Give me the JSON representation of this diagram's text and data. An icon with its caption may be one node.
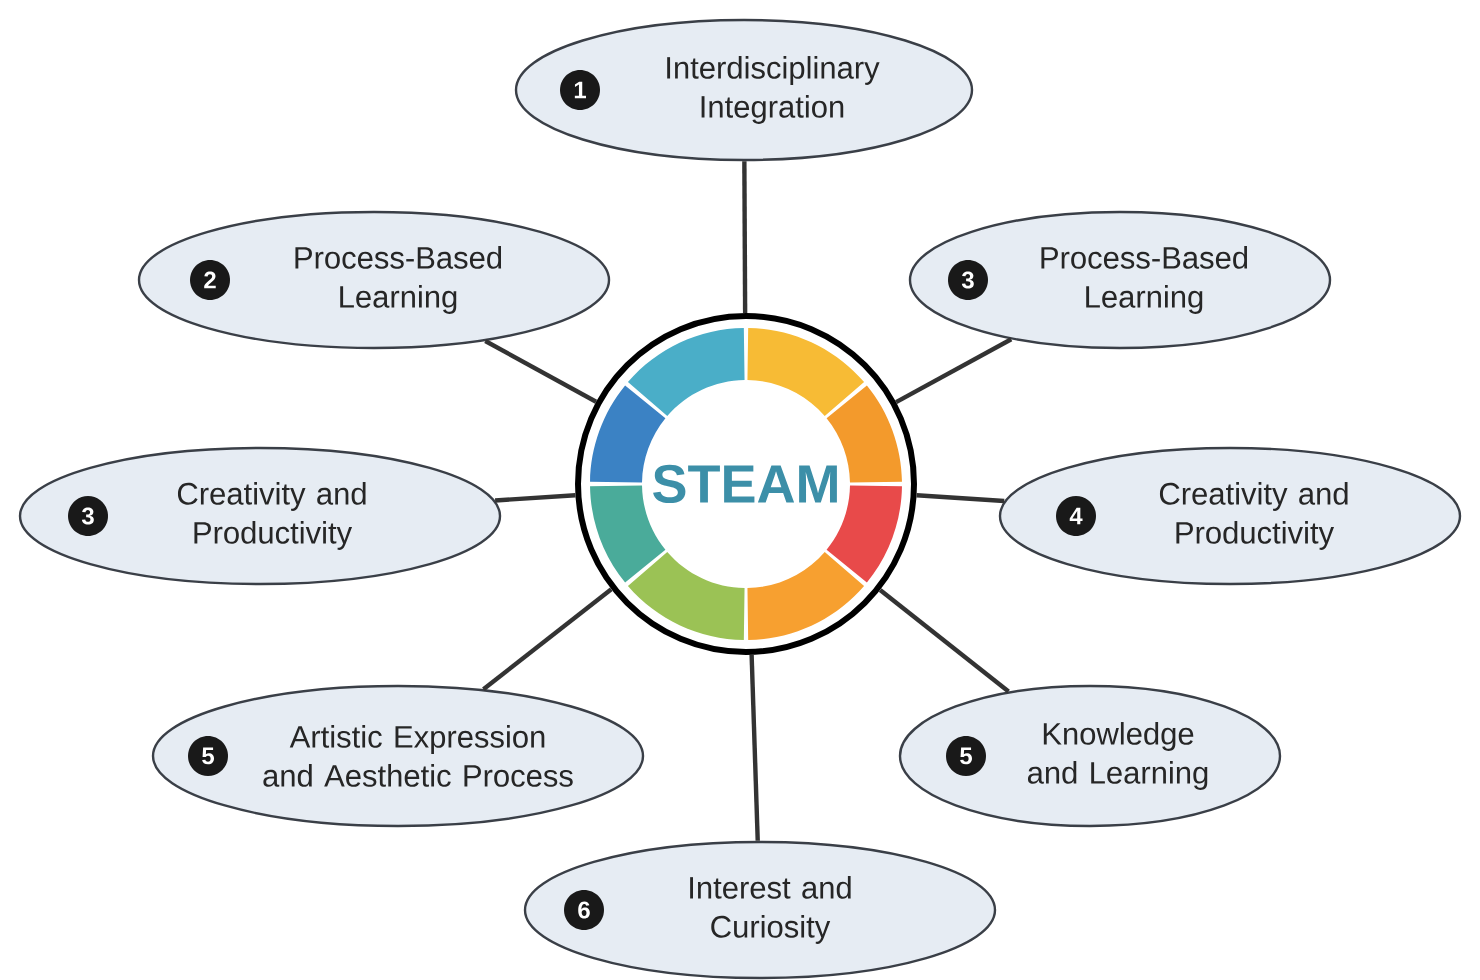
{
  "diagram": {
    "nodes": [
      {
        "text": [
          "STEAM"
        ]
      },
      {
        "text": [
          "1",
          "Interdisciplinary Integration"
        ]
      },
      {
        "text": [
          "2",
          "Process-Based Learning"
        ]
      },
      {
        "text": [
          "3",
          "Process-Based Learning"
        ]
      },
      {
        "text": [
          "3",
          "Creativity and Productivity"
        ]
      },
      {
        "text": [
          "4",
          "Creativity and Productivity"
        ]
      },
      {
        "text": [
          "5",
          "Artistic Expression and Aesthetic Process"
        ]
      },
      {
        "text": [
          "5",
          "Knowledge and Learning"
        ]
      },
      {
        "text": [
          "6",
          "Interest and Curiosity"
        ]
      }
    ],
    "edges": [
      {
        "from": 0,
        "to": 1,
        "arrow": "none"
      },
      {
        "from": 0,
        "to": 2,
        "arrow": "none"
      },
      {
        "from": 0,
        "to": 3,
        "arrow": "none"
      },
      {
        "from": 0,
        "to": 4,
        "arrow": "none"
      },
      {
        "from": 0,
        "to": 5,
        "arrow": "none"
      },
      {
        "from": 0,
        "to": 6,
        "arrow": "none"
      },
      {
        "from": 0,
        "to": 7,
        "arrow": "none"
      },
      {
        "from": 0,
        "to": 8,
        "arrow": "none"
      }
    ]
  }
}
